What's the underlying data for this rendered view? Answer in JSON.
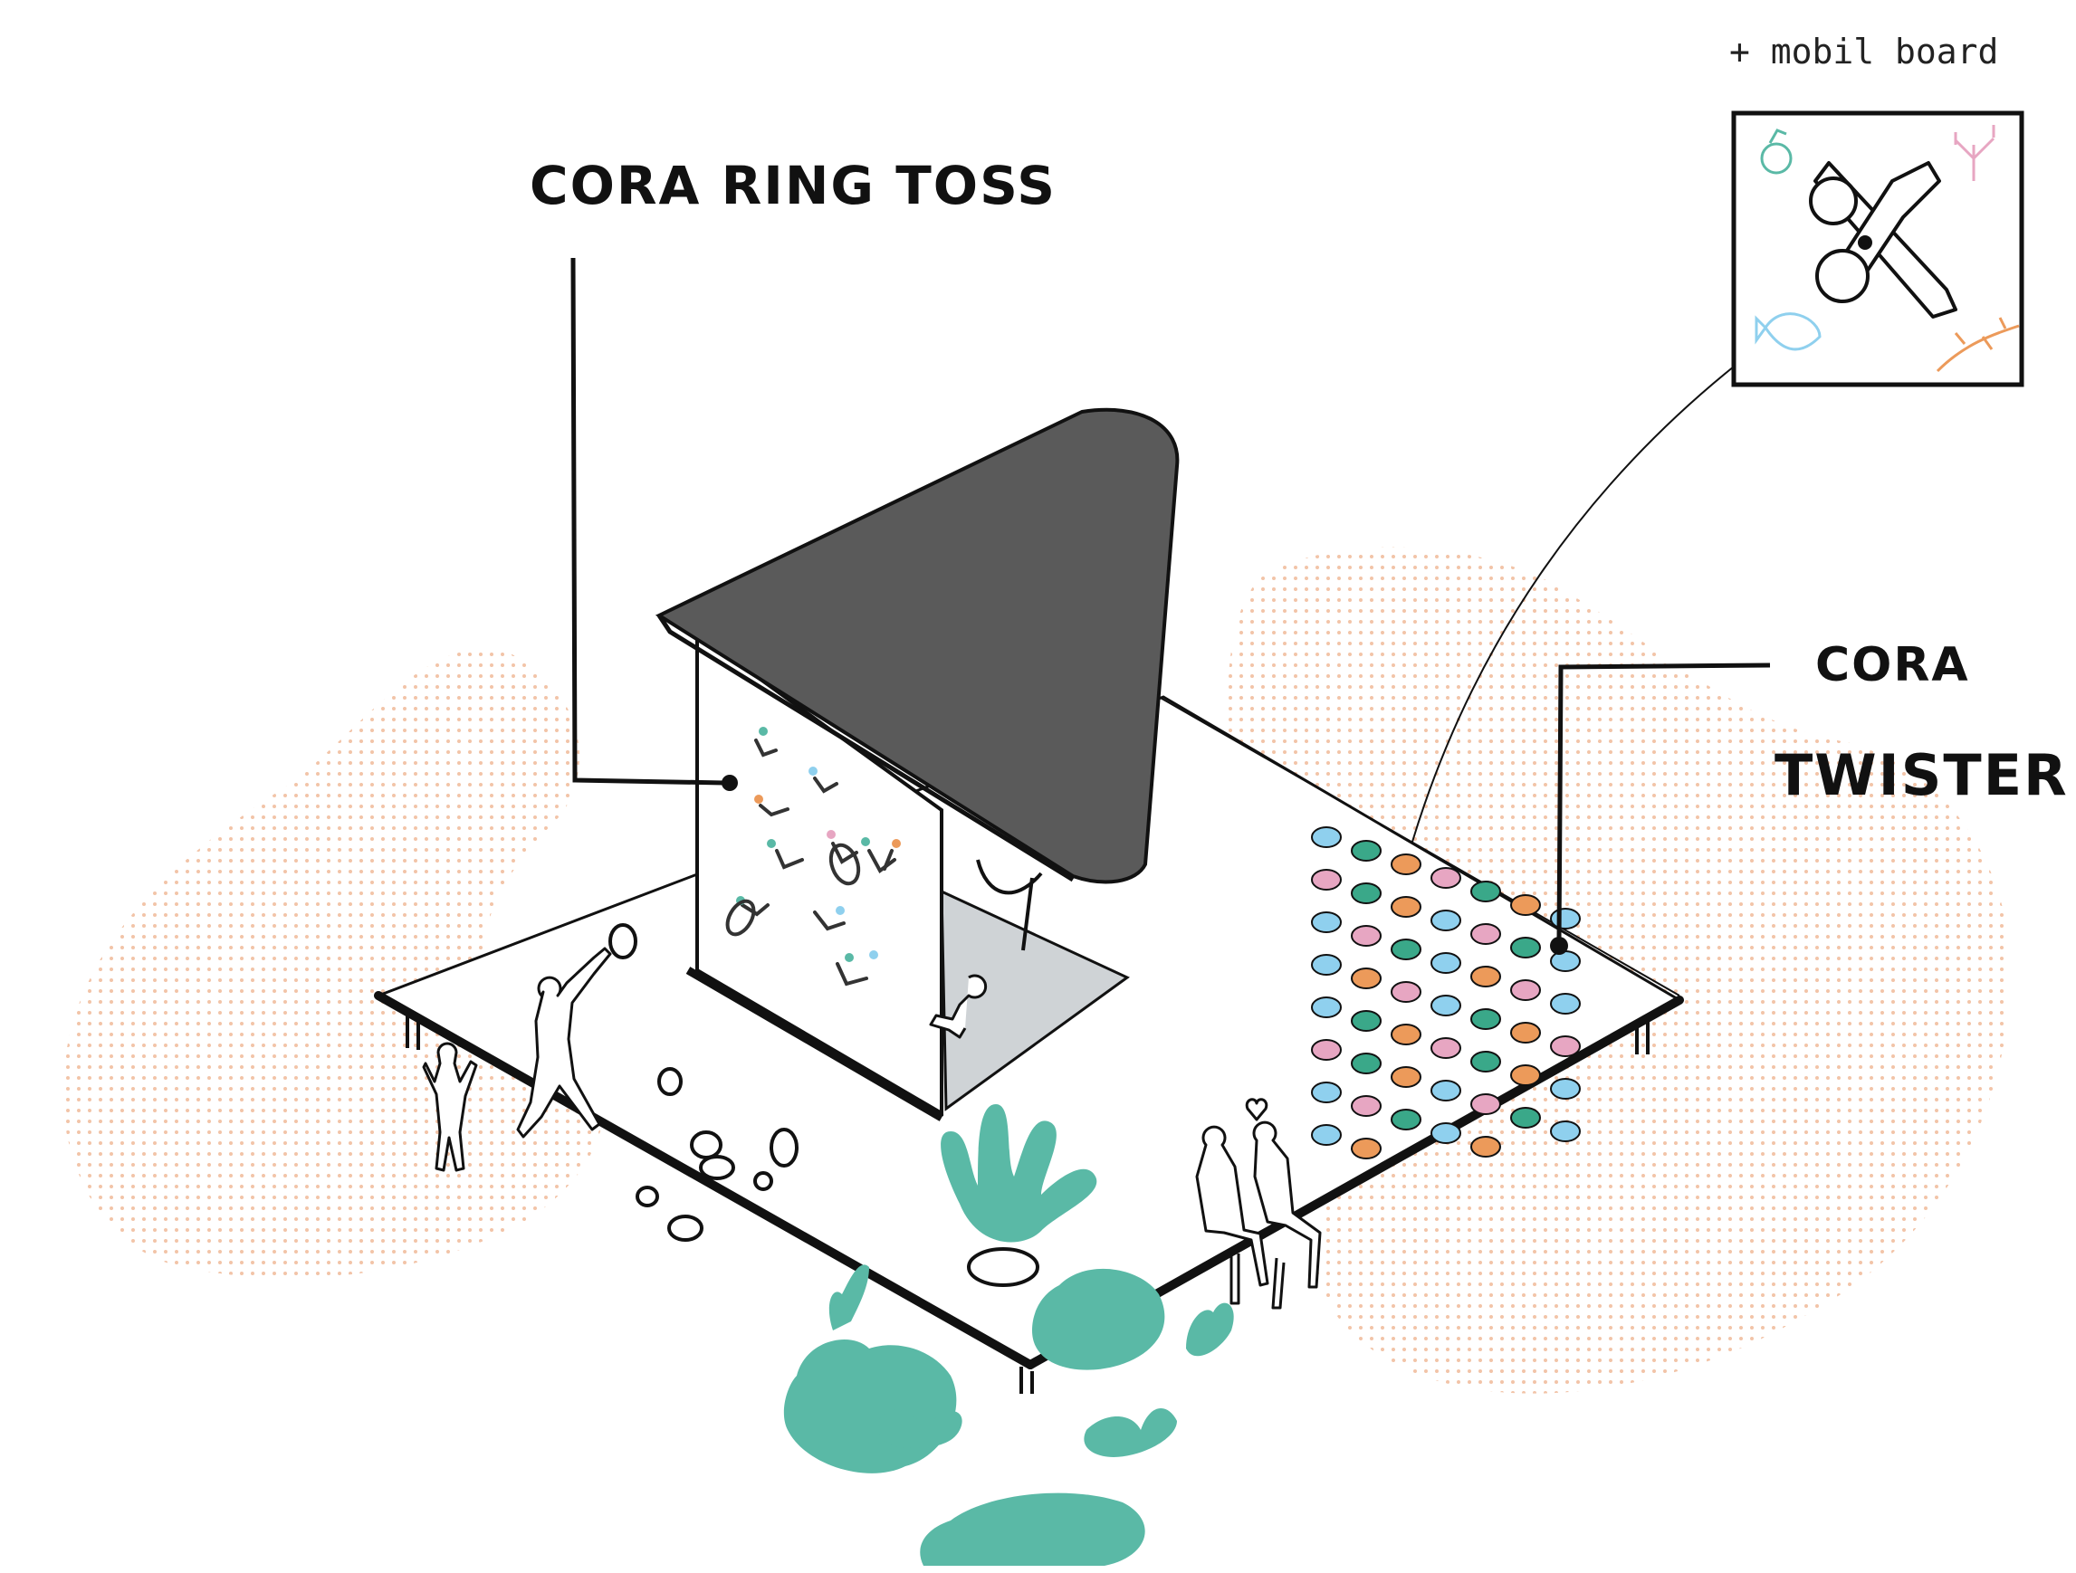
{
  "labels": {
    "ring_toss": "CORA RING TOSS",
    "twister_line1": "CORA",
    "twister_line2": "TWISTER",
    "mobil_board": "+ mobil board"
  },
  "colors": {
    "roof": "#5a5a5a",
    "coral": "#5ab9a6",
    "dot_pattern": "#f2c4a8",
    "twister_dots": [
      "#8fd0ee",
      "#3aa889",
      "#ec9a5a",
      "#e7a6c2"
    ],
    "ink": "#111111"
  },
  "icons": {
    "board_corner_icons": [
      "coconut-icon",
      "coral-icon",
      "fish-icon",
      "lizard-icon"
    ],
    "spinner": "spinner-icon"
  }
}
